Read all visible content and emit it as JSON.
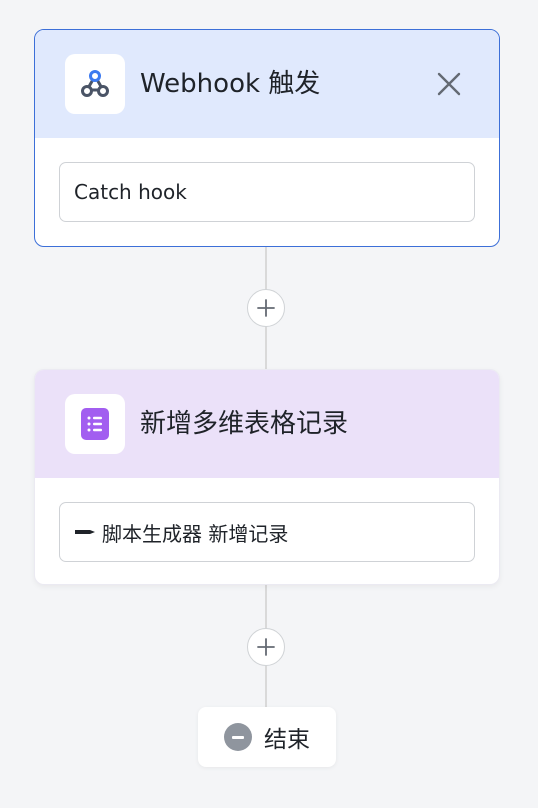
{
  "trigger_node": {
    "title": "Webhook 触发",
    "field_value": "Catch hook",
    "icon": "webhook-icon",
    "border_color": "#3c6fd8",
    "header_color": "#e0e9fd"
  },
  "action_node": {
    "title": "新增多维表格记录",
    "field_value": "脚本生成器 新增记录",
    "icon": "bitable-icon",
    "icon_color": "#a25ef0",
    "header_color": "#ebe1f9"
  },
  "end_node": {
    "label": "结束",
    "icon": "minus-circle-icon"
  }
}
